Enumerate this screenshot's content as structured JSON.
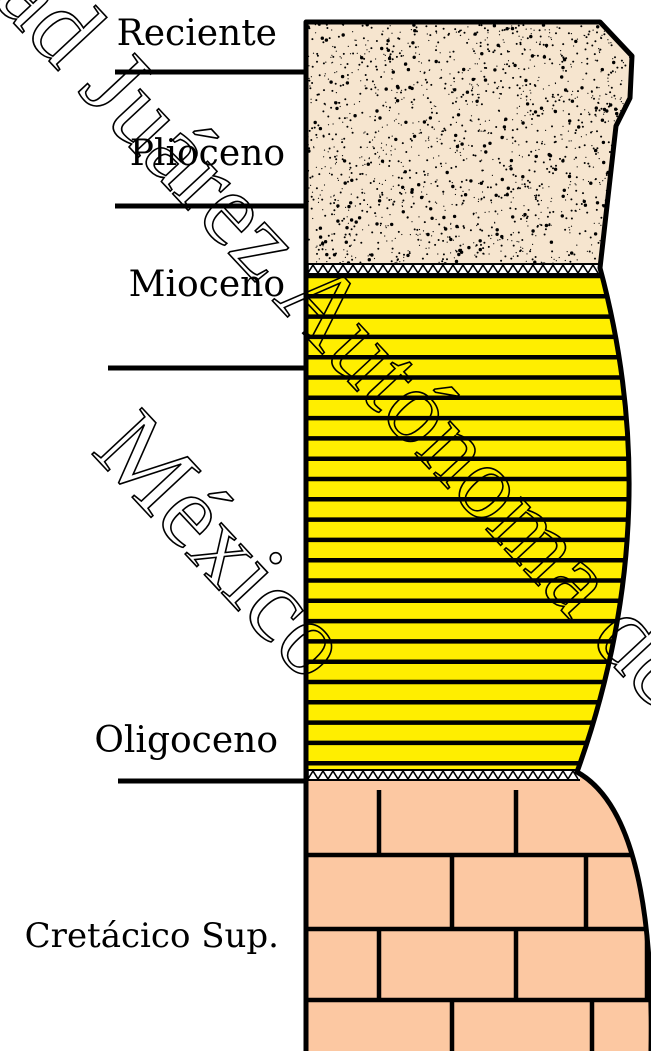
{
  "title": "",
  "eras": [
    {
      "name": "Reciente"
    },
    {
      "name": "Plioceno"
    },
    {
      "name": "Mioceno"
    },
    {
      "name": "Oligoceno"
    },
    {
      "name": "Cretácico Sup."
    }
  ],
  "layers": [
    {
      "lithology": "sandstone",
      "color": "#f6e5cf",
      "speckle_color": "#000000"
    },
    {
      "lithology": "shale",
      "color": "#ffee00",
      "line_color": "#000000"
    },
    {
      "lithology": "limestone",
      "color": "#fcc8a2",
      "line_color": "#000000"
    }
  ],
  "contacts": [
    "unconformity",
    "unconformity"
  ],
  "watermark": {
    "line1": "ad Juárez Autónoma de",
    "line2": "México"
  }
}
